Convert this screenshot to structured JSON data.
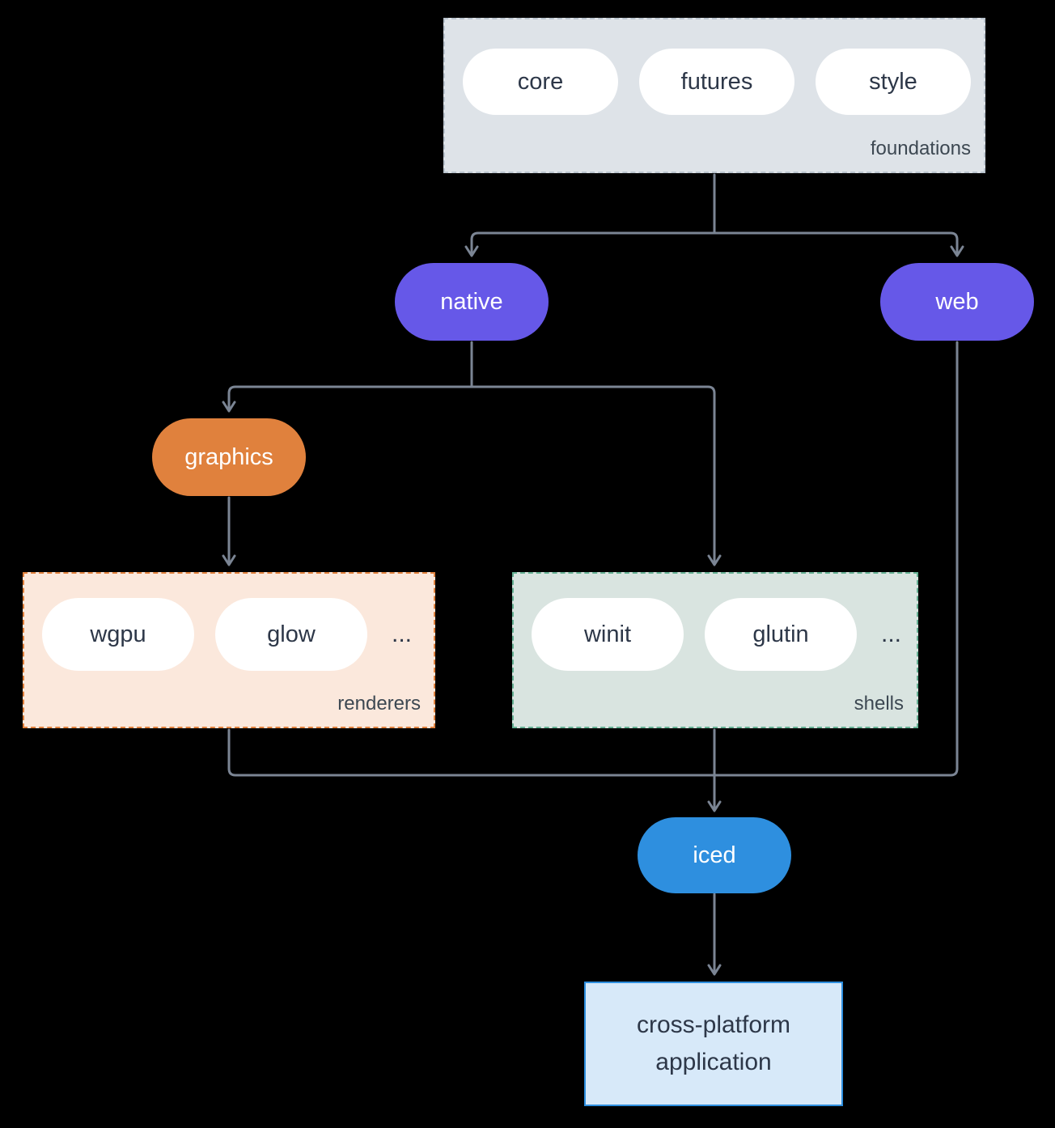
{
  "colors": {
    "background": "#000000",
    "accent_purple": "#6658e8",
    "accent_orange": "#e0813d",
    "accent_blue": "#2e8fdf",
    "accent_green_border": "#66b194",
    "foundations_fill": "#dee3e8",
    "renderers_fill": "#fbe8dc",
    "shells_fill": "#d9e4e0",
    "application_fill": "#d7e9f9",
    "connector": "#7b8594",
    "pill_text_dark": "#2d3748"
  },
  "diagram": {
    "foundations": {
      "label": "foundations",
      "pills": [
        "core",
        "futures",
        "style"
      ]
    },
    "native": {
      "label": "native"
    },
    "web": {
      "label": "web"
    },
    "graphics": {
      "label": "graphics"
    },
    "renderers": {
      "label": "renderers",
      "pills": [
        "wgpu",
        "glow"
      ],
      "ellipsis": "..."
    },
    "shells": {
      "label": "shells",
      "pills": [
        "winit",
        "glutin"
      ],
      "ellipsis": "..."
    },
    "iced": {
      "label": "iced"
    },
    "application": {
      "label": "cross-platform application"
    }
  }
}
